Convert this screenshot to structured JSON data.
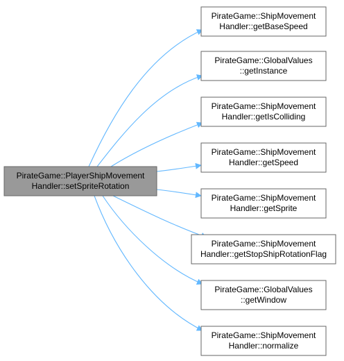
{
  "diagram": {
    "type": "call-graph",
    "colors": {
      "edge": "#63b8ff",
      "node_border": "#666666",
      "node_fill": "#ffffff",
      "root_fill": "#999999",
      "root_border": "#666666",
      "text": "#000000"
    },
    "root": {
      "id": "setSpriteRotation",
      "lines": [
        "PirateGame::PlayerShipMovement",
        "Handler::setSpriteRotation"
      ]
    },
    "callees": [
      {
        "id": "getBaseSpeed",
        "lines": [
          "PirateGame::ShipMovement",
          "Handler::getBaseSpeed"
        ]
      },
      {
        "id": "getInstance",
        "lines": [
          "PirateGame::GlobalValues",
          "::getInstance"
        ]
      },
      {
        "id": "getIsColliding",
        "lines": [
          "PirateGame::ShipMovement",
          "Handler::getIsColliding"
        ]
      },
      {
        "id": "getSpeed",
        "lines": [
          "PirateGame::ShipMovement",
          "Handler::getSpeed"
        ]
      },
      {
        "id": "getSprite",
        "lines": [
          "PirateGame::ShipMovement",
          "Handler::getSprite"
        ]
      },
      {
        "id": "getStopShipRotationFlag",
        "lines": [
          "PirateGame::ShipMovement",
          "Handler::getStopShipRotationFlag"
        ]
      },
      {
        "id": "getWindow",
        "lines": [
          "PirateGame::GlobalValues",
          "::getWindow"
        ]
      },
      {
        "id": "normalize",
        "lines": [
          "PirateGame::ShipMovement",
          "Handler::normalize"
        ]
      }
    ]
  }
}
